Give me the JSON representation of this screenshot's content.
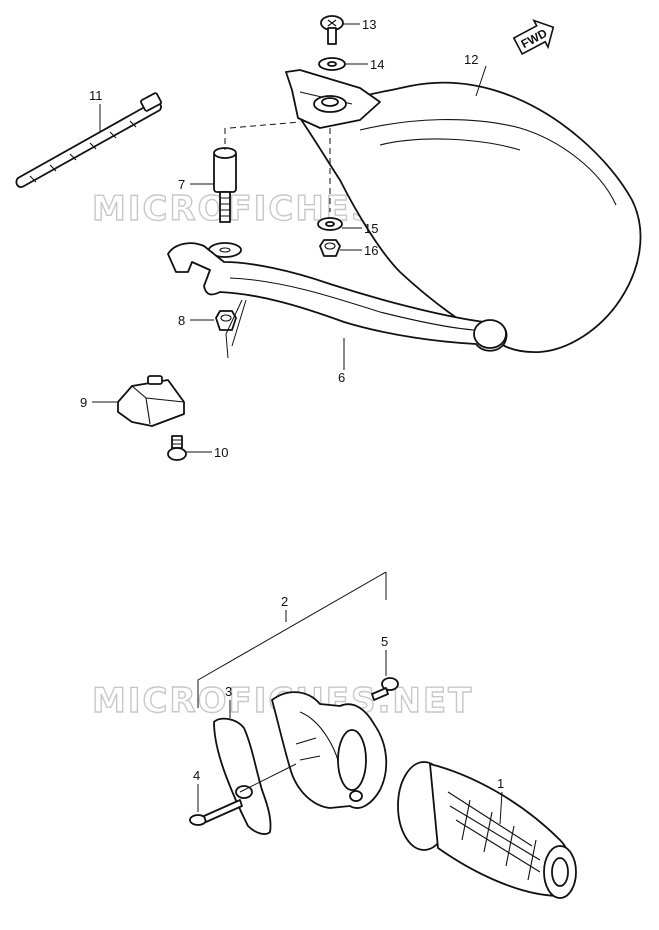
{
  "watermark": "MICROFICHES.NET",
  "fwd_label": "FWD",
  "callouts": {
    "p1": "1",
    "p2": "2",
    "p3": "3",
    "p4": "4",
    "p5": "5",
    "p6": "6",
    "p7": "7",
    "p8": "8",
    "p9": "9",
    "p10": "10",
    "p11": "11",
    "p12": "12",
    "p13": "13",
    "p14": "14",
    "p15": "15",
    "p16": "16"
  }
}
